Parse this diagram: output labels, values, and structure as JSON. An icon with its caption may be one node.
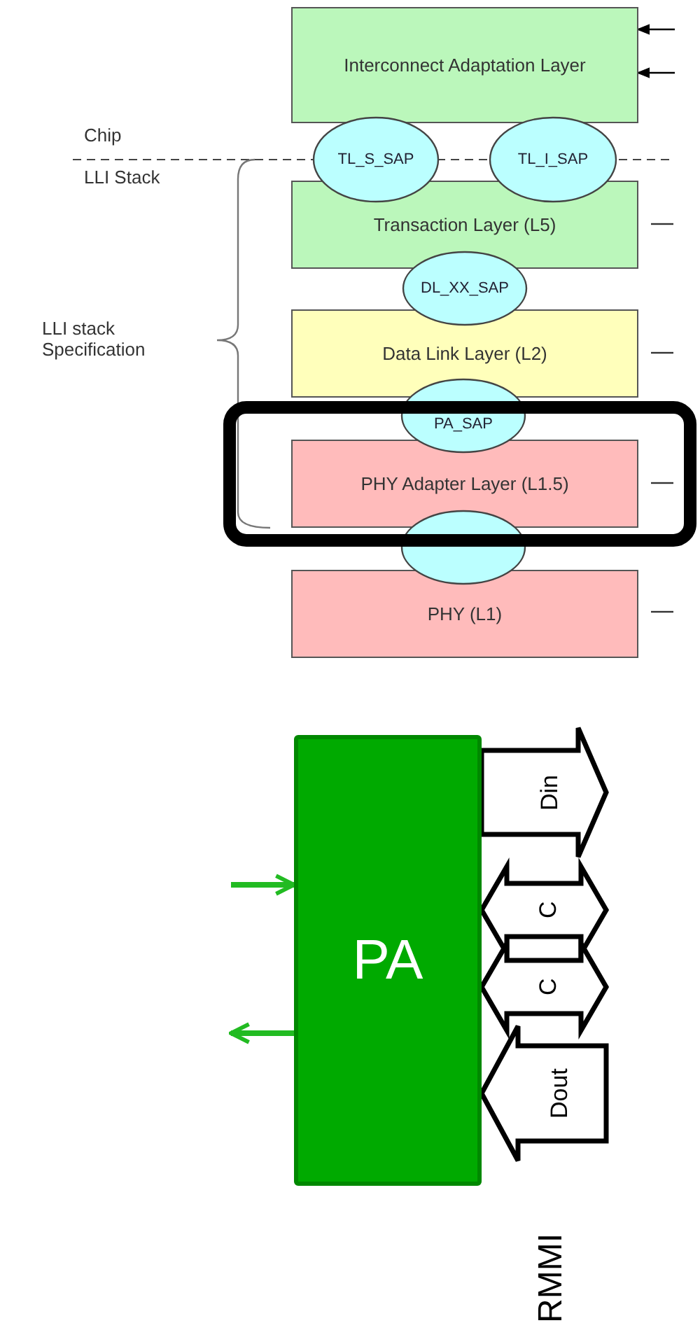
{
  "diagram": {
    "nodes": [
      {
        "text": [
          "Interconnect Adaptation Layer"
        ]
      },
      {
        "text": [
          "TL_S_SAP"
        ]
      },
      {
        "text": [
          "TL_I_SAP"
        ]
      },
      {
        "text": [
          "Transaction Layer (L5)"
        ]
      },
      {
        "text": [
          "DL_XX_SAP"
        ]
      },
      {
        "text": [
          "Data Link Layer (L2)"
        ]
      },
      {
        "text": [
          "PA_SAP"
        ]
      },
      {
        "text": [
          "PHY Adapter Layer (L1.5)"
        ]
      },
      {
        "text": [],
        "shape": "ellipse"
      },
      {
        "text": [
          "PHY (L1)"
        ]
      },
      {
        "text": [
          "PA"
        ]
      }
    ],
    "edges": [
      {
        "from": null,
        "to": 0,
        "arrow": "to"
      },
      {
        "from": null,
        "to": 0,
        "arrow": "to"
      },
      {
        "from": null,
        "to": 10,
        "arrow": "to",
        "style": "thick",
        "color": "#22bb22"
      },
      {
        "from": 10,
        "to": null,
        "arrow": "to",
        "style": "thick",
        "color": "#22bb22"
      },
      {
        "from": 10,
        "to": null,
        "arrow": "to",
        "label": "Din",
        "style": "thick"
      },
      {
        "from": 10,
        "to": null,
        "arrow": "both",
        "label": "C",
        "style": "thick"
      },
      {
        "from": 10,
        "to": null,
        "arrow": "both",
        "label": "C",
        "style": "thick"
      },
      {
        "from": null,
        "to": 10,
        "arrow": "to",
        "label": "Dout",
        "style": "thick"
      }
    ],
    "labels": [
      "Chip",
      "LLI Stack",
      "LLI stack Specification",
      "RMMI"
    ]
  }
}
